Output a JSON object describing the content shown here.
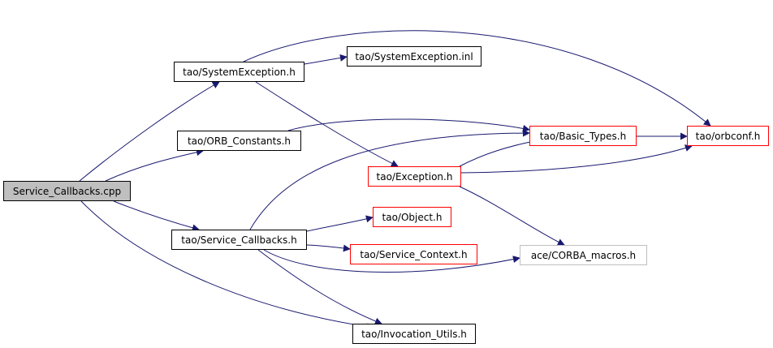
{
  "edge_color": "#191970",
  "nodes": [
    {
      "id": "service_callbacks_cpp",
      "label": "Service_Callbacks.cpp",
      "style": "root"
    },
    {
      "id": "system_exception_h",
      "label": "tao/SystemException.h",
      "style": "normal"
    },
    {
      "id": "system_exception_inl",
      "label": "tao/SystemException.inl",
      "style": "normal"
    },
    {
      "id": "orb_constants_h",
      "label": "tao/ORB_Constants.h",
      "style": "normal"
    },
    {
      "id": "service_callbacks_h",
      "label": "tao/Service_Callbacks.h",
      "style": "normal"
    },
    {
      "id": "invocation_utils_h",
      "label": "tao/Invocation_Utils.h",
      "style": "normal"
    },
    {
      "id": "basic_types_h",
      "label": "tao/Basic_Types.h",
      "style": "red"
    },
    {
      "id": "orbconf_h",
      "label": "tao/orbconf.h",
      "style": "red"
    },
    {
      "id": "exception_h",
      "label": "tao/Exception.h",
      "style": "red"
    },
    {
      "id": "object_h",
      "label": "tao/Object.h",
      "style": "red"
    },
    {
      "id": "service_context_h",
      "label": "tao/Service_Context.h",
      "style": "red"
    },
    {
      "id": "corba_macros_h",
      "label": "ace/CORBA_macros.h",
      "style": "gray"
    }
  ],
  "edges": [
    {
      "from": "service_callbacks_cpp",
      "to": "system_exception_h"
    },
    {
      "from": "service_callbacks_cpp",
      "to": "orb_constants_h"
    },
    {
      "from": "service_callbacks_cpp",
      "to": "service_callbacks_h"
    },
    {
      "from": "service_callbacks_cpp",
      "to": "invocation_utils_h"
    },
    {
      "from": "system_exception_h",
      "to": "system_exception_inl"
    },
    {
      "from": "system_exception_h",
      "to": "orbconf_h"
    },
    {
      "from": "system_exception_h",
      "to": "exception_h"
    },
    {
      "from": "orb_constants_h",
      "to": "basic_types_h"
    },
    {
      "from": "basic_types_h",
      "to": "orbconf_h"
    },
    {
      "from": "exception_h",
      "to": "basic_types_h"
    },
    {
      "from": "exception_h",
      "to": "orbconf_h"
    },
    {
      "from": "exception_h",
      "to": "corba_macros_h"
    },
    {
      "from": "service_callbacks_h",
      "to": "basic_types_h"
    },
    {
      "from": "service_callbacks_h",
      "to": "object_h"
    },
    {
      "from": "service_callbacks_h",
      "to": "service_context_h"
    },
    {
      "from": "service_callbacks_h",
      "to": "corba_macros_h"
    },
    {
      "from": "service_callbacks_h",
      "to": "invocation_utils_h"
    }
  ]
}
